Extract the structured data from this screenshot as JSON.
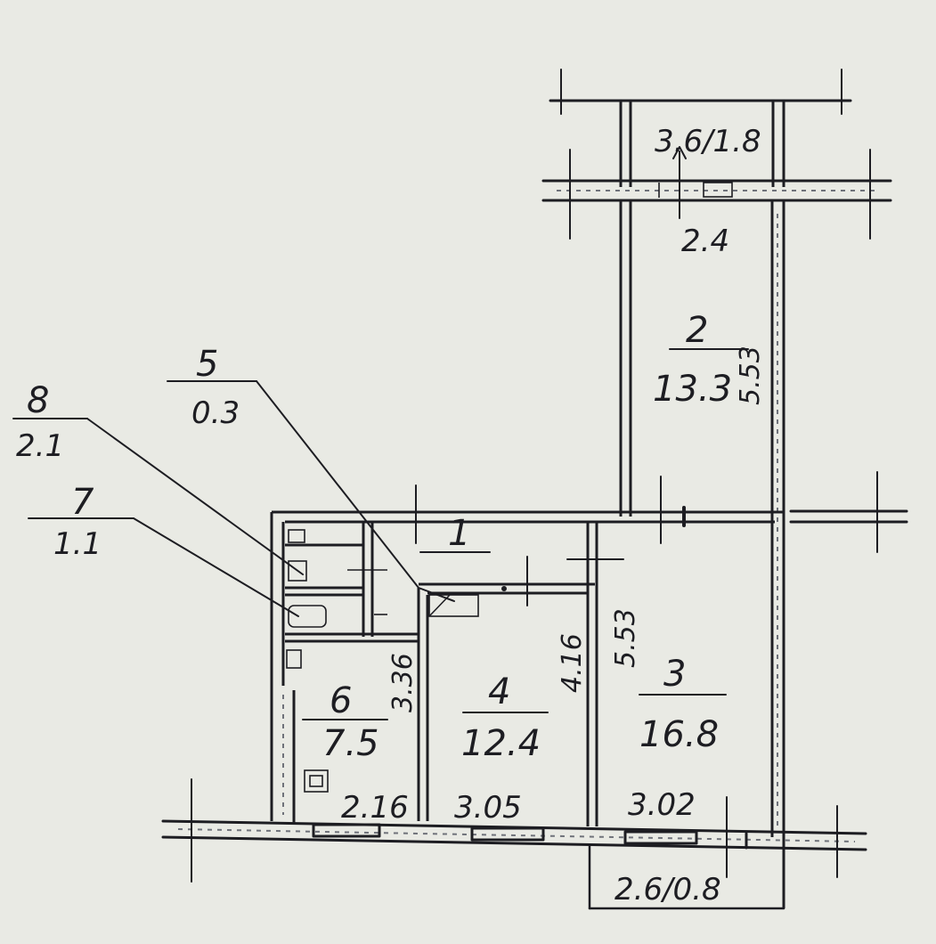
{
  "rooms": {
    "r1": {
      "num": "1",
      "area": ""
    },
    "r2": {
      "num": "2",
      "area": "13.3"
    },
    "r3": {
      "num": "3",
      "area": "16.8"
    },
    "r4": {
      "num": "4",
      "area": "12.4"
    },
    "r5": {
      "num": "5",
      "area": "0.3"
    },
    "r6": {
      "num": "6",
      "area": "7.5"
    },
    "r7": {
      "num": "7",
      "area": "1.1"
    },
    "r8": {
      "num": "8",
      "area": "2.1"
    }
  },
  "dims": {
    "balcony_top": "3.6/1.8",
    "balcony_top_width": "2.4",
    "room2_length": "5.53",
    "room3_length": "5.53",
    "room4_length": "4.16",
    "room6_length": "3.36",
    "room6_width": "2.16",
    "room4_width": "3.05",
    "room3_width": "3.02",
    "balcony_bottom": "2.6/0.8"
  },
  "colors": {
    "paper": "#e9eae4",
    "ink": "#1d1d22",
    "wall_fill": "#6f727a"
  }
}
